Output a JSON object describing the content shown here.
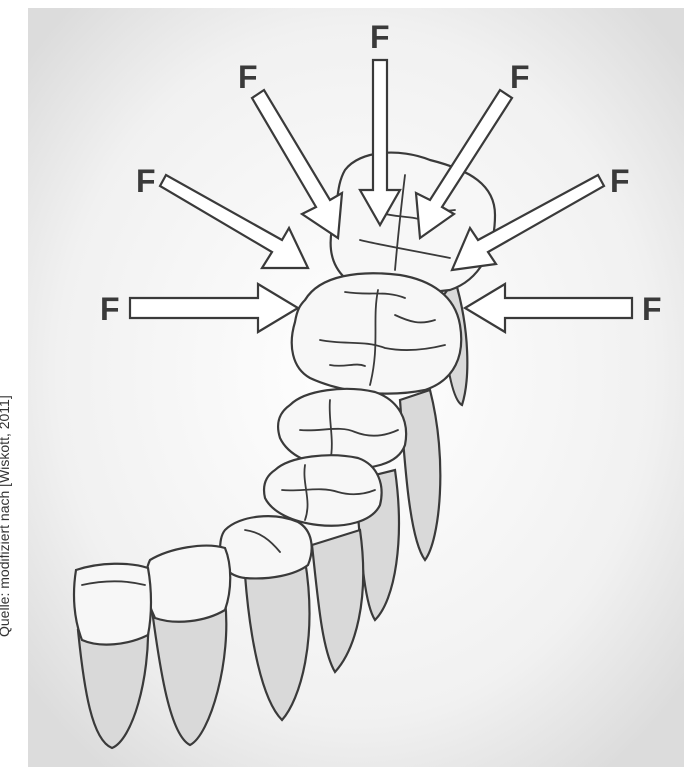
{
  "source_caption": "Quelle: modifiziert nach [Wiskott, 2011]",
  "force_label": "F",
  "arrow_count": 7,
  "colors": {
    "background_center": "#ffffff",
    "background_edge": "#dcdcdc",
    "outline": "#3a3a3a",
    "arrow_fill": "#ffffff",
    "tooth_fill": "#ececec"
  }
}
